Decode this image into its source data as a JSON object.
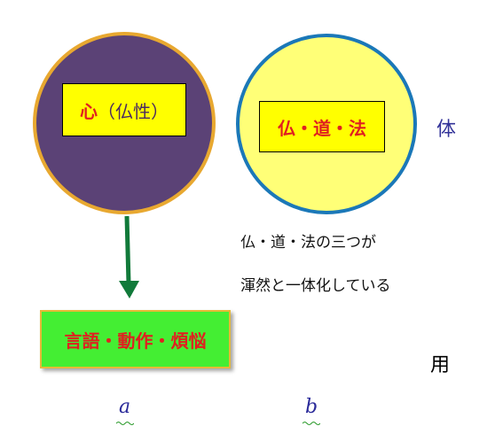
{
  "diagram": {
    "left_circle_label": {
      "main": "心",
      "paren": "（仏性）"
    },
    "right_circle_label": "仏・道・法",
    "tai_label": "体",
    "description": [
      "仏・道・法の三つが",
      "渾然と一体化している"
    ],
    "green_box_label": "言語・動作・煩悩",
    "you_label": "用",
    "letter_a": "a",
    "letter_b": "b"
  },
  "colors": {
    "left_circle_fill": "#5b4276",
    "left_circle_stroke": "#e8a830",
    "right_circle_fill": "#ffff77",
    "right_circle_stroke": "#1b78b8",
    "arrow": "#117a3a",
    "label_red": "#e02020",
    "tai_color": "#333399"
  }
}
